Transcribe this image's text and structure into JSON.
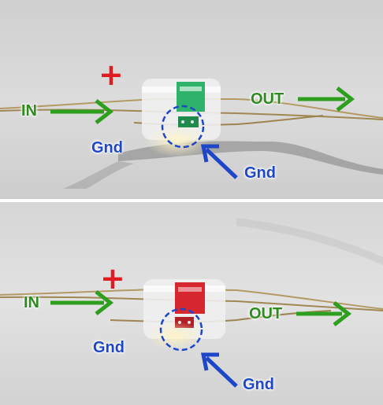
{
  "colors": {
    "label_green": "#2e8b1f",
    "label_blue": "#1e46c8",
    "plus_red": "#e01b22",
    "arrow_green": "#2e9e1f",
    "arrow_blue": "#1e46c8",
    "chip_top": "#2fb36a",
    "chip_bottom": "#d6262e"
  },
  "panels": {
    "top": {
      "plus": "+",
      "in_label": "IN",
      "out_label": "OUT",
      "gnd_left_label": "Gnd",
      "gnd_right_label": "Gnd",
      "chip_color_name": "green"
    },
    "bottom": {
      "plus": "+",
      "in_label": "IN",
      "out_label": "OUT",
      "gnd_left_label": "Gnd",
      "gnd_right_label": "Gnd",
      "chip_color_name": "red"
    }
  }
}
